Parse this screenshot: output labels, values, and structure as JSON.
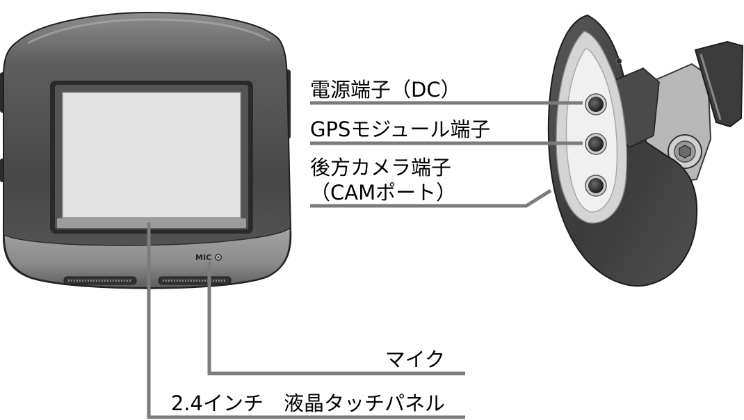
{
  "labels": {
    "dc_port": "電源端子（DC）",
    "gps_port": "GPSモジュール端子",
    "rear_camera_port_line1": "後方カメラ端子",
    "rear_camera_port_line2": "（CAMポート）",
    "microphone": "マイク",
    "touch_panel": "2.4インチ　液晶タッチパネル"
  },
  "device": {
    "mic_label": "MIC"
  },
  "colors": {
    "callout_line": "#7b7b7b",
    "body_dark": "#464646",
    "body_light": "#9a9a9a",
    "screen": "#e3e3e3",
    "label_text": "#000000"
  }
}
